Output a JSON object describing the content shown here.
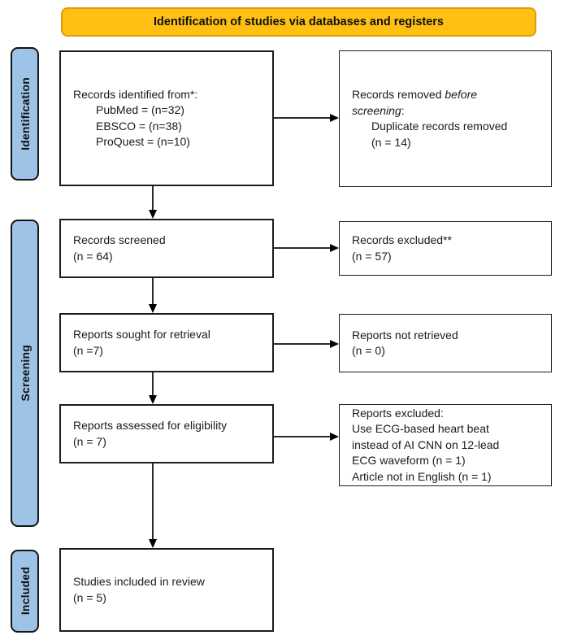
{
  "banner": {
    "title": "Identification of studies via databases and registers"
  },
  "sidebar": {
    "identification": "Identification",
    "screening": "Screening",
    "included": "Included"
  },
  "left_column": {
    "records_identified": {
      "title": "Records identified from*:",
      "items": [
        "PubMed = (n=32)",
        "EBSCO = (n=38)",
        "ProQuest = (n=10)"
      ]
    },
    "records_screened": {
      "line1": "Records screened",
      "line2": "(n = 64)"
    },
    "reports_sought": {
      "line1": "Reports sought for retrieval",
      "line2": "(n =7)"
    },
    "reports_assessed": {
      "line1": "Reports assessed for eligibility",
      "line2": "(n = 7)"
    },
    "studies_included": {
      "line1": "Studies included in review",
      "line2": "(n = 5)"
    }
  },
  "right_column": {
    "records_removed": {
      "prefix": "Records removed ",
      "italic_word1": "before",
      "italic_word2": "screening",
      "suffix": ":",
      "items": [
        "Duplicate records removed",
        "(n = 14)"
      ]
    },
    "records_excluded": {
      "line1": "Records excluded**",
      "line2": "(n = 57)"
    },
    "reports_not_retrieved": {
      "line1": "Reports not retrieved",
      "line2": "(n = 0)"
    },
    "reports_excluded": {
      "lines": [
        "Reports excluded:",
        "Use ECG-based heart beat",
        "instead of AI CNN on 12-lead",
        "ECG waveform (n = 1)",
        "Article not in English (n = 1)"
      ]
    }
  },
  "colors": {
    "banner_fill": "#FFC013",
    "banner_border": "#DE9C0B",
    "stage_fill": "#9DC3E6",
    "box_border": "#1c1c1c",
    "arrow": "#000000"
  }
}
